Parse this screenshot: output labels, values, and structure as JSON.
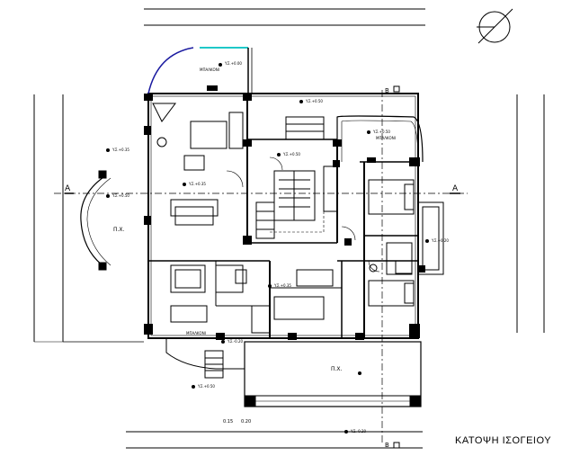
{
  "drawing": {
    "title": "ΚΑΤΟΨΗ ΙΣΟΓΕΙΟΥ",
    "section_marker_left": "A",
    "section_marker_right": "A",
    "section_marker_top": "B",
    "section_marker_bottom": "B",
    "yard_label_left": "Π.Χ.",
    "yard_label_bottom": "Π.Χ.",
    "room_tag_top_left": "ΜΠΑΛΚΟΝΙ",
    "room_tag_top_right": "ΜΠΑΛΚΟΝΙ",
    "room_tag_bottom": "ΜΠΑΛΚΟΝΙ",
    "dim_1": "0.15",
    "dim_2": "0.20",
    "level_marks": [
      "Y.Σ.+0.00",
      "Y.Σ.+0.50",
      "Y.Σ.+0.50",
      "Y.Σ.+0.35",
      "Y.Σ.+0.50",
      "Y.Σ.+0.35",
      "Y.Σ.+0.50",
      "Y.Σ.+0.35",
      "Y.Σ.+0.20",
      "Y.Σ.-0.20",
      "Y.Σ.+0.50",
      "Y.Σ.-0.20"
    ]
  },
  "colors": {
    "lines": "#000000",
    "arc": "#1a1aa0",
    "glass": "#1ec8c8"
  }
}
